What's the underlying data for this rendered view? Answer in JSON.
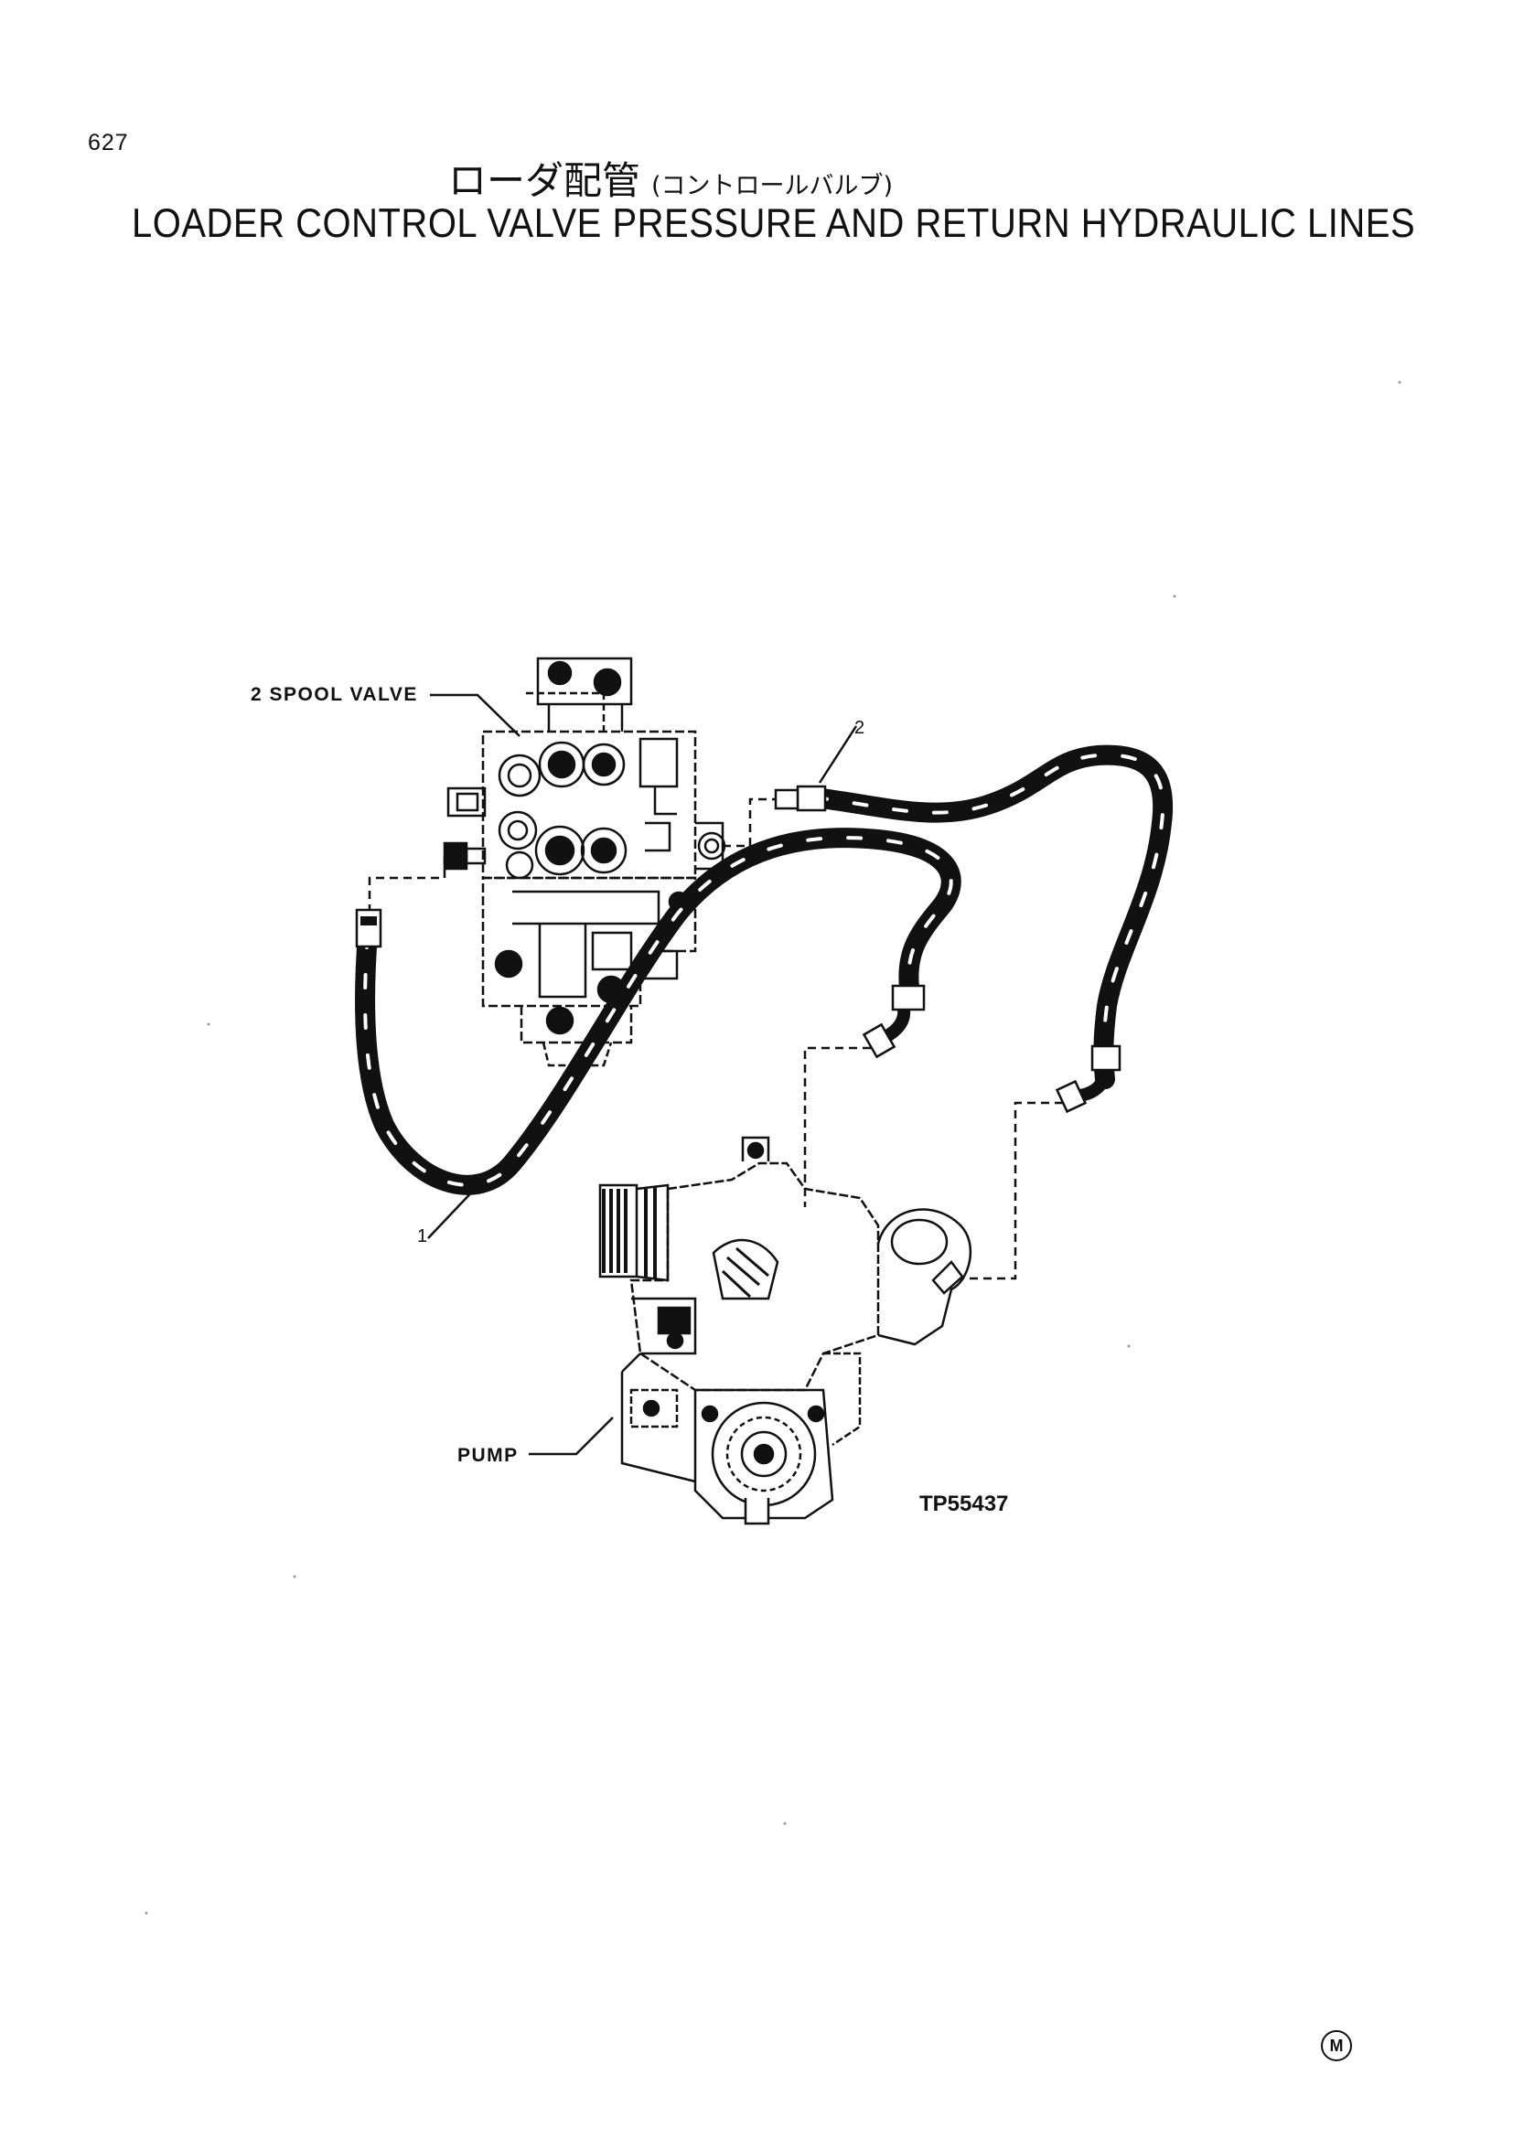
{
  "page": {
    "number": "627",
    "title_jp": "ローダ配管",
    "title_jp_sub": "(コントロールバルブ)",
    "title_en": "LOADER CONTROL VALVE PRESSURE AND RETURN HYDRAULIC LINES"
  },
  "diagram": {
    "labels": {
      "spool_valve": "2 SPOOL VALVE",
      "pump": "PUMP",
      "item_1": "1",
      "item_2": "2"
    },
    "drawing_number": "TP55437"
  },
  "footer": {
    "mark": "M"
  },
  "colors": {
    "ink": "#111111",
    "paper": "#ffffff"
  }
}
